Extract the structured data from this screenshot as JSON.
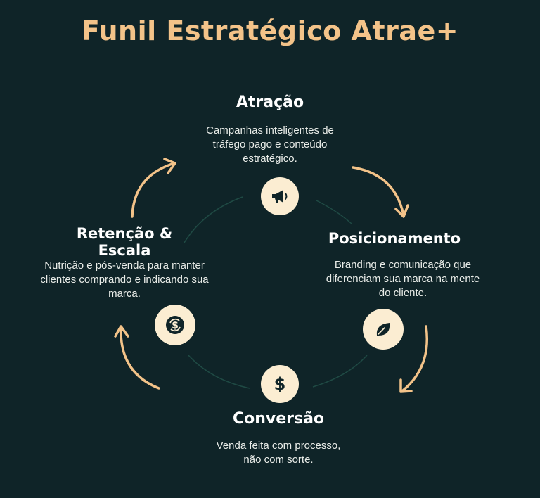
{
  "title": "Funil Estratégico Atrae+",
  "colors": {
    "background": "#0f2428",
    "accent": "#f3c389",
    "icon_bg": "#fbedd2",
    "icon_fg": "#0f2428"
  },
  "stages": [
    {
      "title": "Atração",
      "description": "Campanhas inteligentes de tráfego pago e conteúdo estratégico.",
      "icon": "megaphone-icon"
    },
    {
      "title": "Posicionamento",
      "description": "Branding e comunicação que diferenciam sua marca na mente do cliente.",
      "icon": "leaf-icon"
    },
    {
      "title": "Conversão",
      "description": "Venda feita com processo, não com sorte.",
      "icon": "dollar-icon"
    },
    {
      "title": "Retenção & Escala",
      "description": "Nutrição e pós-venda para manter clientes comprando e indicando sua marca.",
      "icon": "cycle-dollar-icon"
    }
  ]
}
